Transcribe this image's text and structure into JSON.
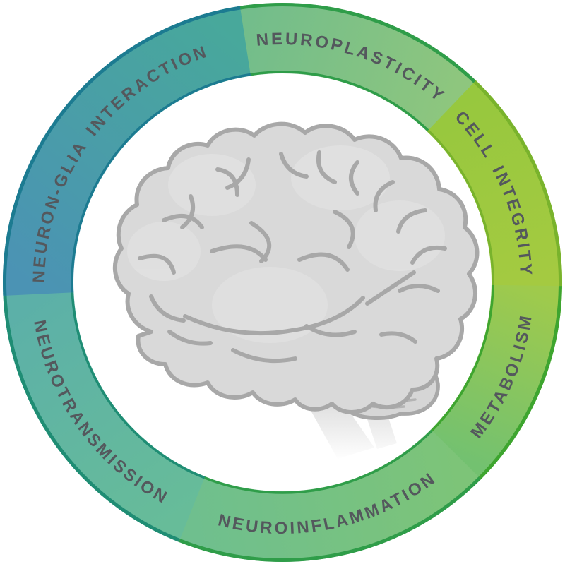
{
  "diagram": {
    "type": "circular-ring-infographic",
    "background_color": "#ffffff",
    "label_text_color": "#54585d",
    "center_illustration": "human brain side view, light gray line art",
    "segments": [
      {
        "label": "NEUROPLASTICITY",
        "start_deg": 351,
        "end_deg": 404,
        "fill_start": "#73bd8b",
        "fill_end": "#8ec67e",
        "stroke": "#2f9d49",
        "text_group": "top",
        "text_angle": 17.5
      },
      {
        "label": "CELL INTEGRITY",
        "start_deg": 44,
        "end_deg": 91,
        "fill_start": "#97c83e",
        "fill_end": "#a4ca41",
        "stroke": "#79b32c",
        "text_group": "top",
        "text_angle": 67.5
      },
      {
        "label": "METABOLISM",
        "start_deg": 91,
        "end_deg": 135,
        "fill_start": "#9fca4c",
        "fill_end": "#73c170",
        "stroke": "#3ea52f",
        "text_group": "bottom",
        "text_angle": 113
      },
      {
        "label": "NEUROINFLAMMATION",
        "start_deg": 135,
        "end_deg": 202,
        "fill_start": "#7dc478",
        "fill_end": "#6fbf8e",
        "stroke": "#2f9d49",
        "text_group": "bottom",
        "text_angle": 168.5
      },
      {
        "label": "NEUROTRANSMISSION",
        "start_deg": 202,
        "end_deg": 267.5,
        "fill_start": "#67bc99",
        "fill_end": "#5cb0a8",
        "stroke": "#1f8d74",
        "text_group": "bottom",
        "text_angle": 234.5
      },
      {
        "label": "NEURON-GLIA INTERACTION",
        "start_deg": 267.5,
        "end_deg": 351,
        "fill_start": "#4b93b4",
        "fill_end": "#48a89b",
        "stroke": "#1c7b91",
        "text_group": "top",
        "text_angle": 306
      }
    ],
    "brain_colors": {
      "fill": "#d9d9d9",
      "patch": "#e3e3e3",
      "line": "#a8a8a8",
      "hatch": "#b4b4b4",
      "stem": "#c7c7c7"
    }
  }
}
